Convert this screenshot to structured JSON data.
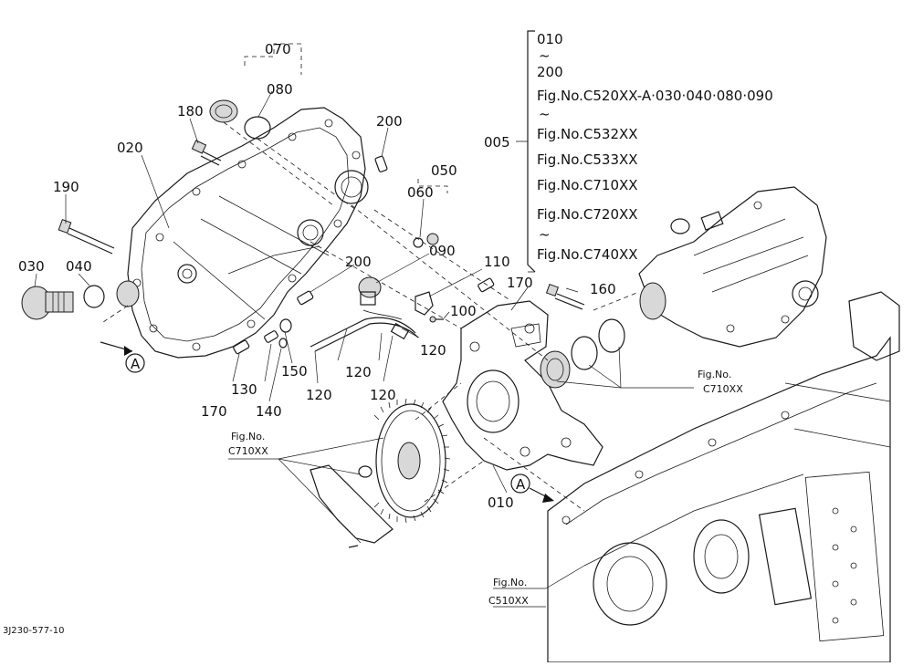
{
  "parts": {
    "p070": "070",
    "p080": "080",
    "p180": "180",
    "p200_top": "200",
    "p020": "020",
    "p050": "050",
    "p060": "060",
    "p190": "190",
    "p030": "030",
    "p040": "040",
    "p090": "090",
    "p200_mid": "200",
    "p110": "110",
    "p170_top": "170",
    "p160": "160",
    "p100": "100",
    "p120_a": "120",
    "p120_b": "120",
    "p120_c": "120",
    "p120_d": "120",
    "p130": "130",
    "p150": "150",
    "p140": "140",
    "p170_bot": "170",
    "p010": "010",
    "p005": "005"
  },
  "callouts": {
    "a_left": "A",
    "a_right": "A"
  },
  "fig_refs": {
    "right_upper": {
      "line1": "Fig.No.",
      "line2": "C710XX"
    },
    "left_gear": {
      "line1": "Fig.No.",
      "line2": "C710XX"
    },
    "bottom": {
      "line1": "Fig.No.",
      "line2": "C510XX"
    }
  },
  "assembly_stack": {
    "items": [
      "010",
      "~",
      "200",
      "Fig.No.C520XX-A·030·040·080·090",
      "~",
      "Fig.No.C532XX",
      "Fig.No.C533XX",
      "Fig.No.C710XX",
      "Fig.No.C720XX",
      "~",
      "Fig.No.C740XX"
    ]
  },
  "drawing_code": "3J230-577-10"
}
